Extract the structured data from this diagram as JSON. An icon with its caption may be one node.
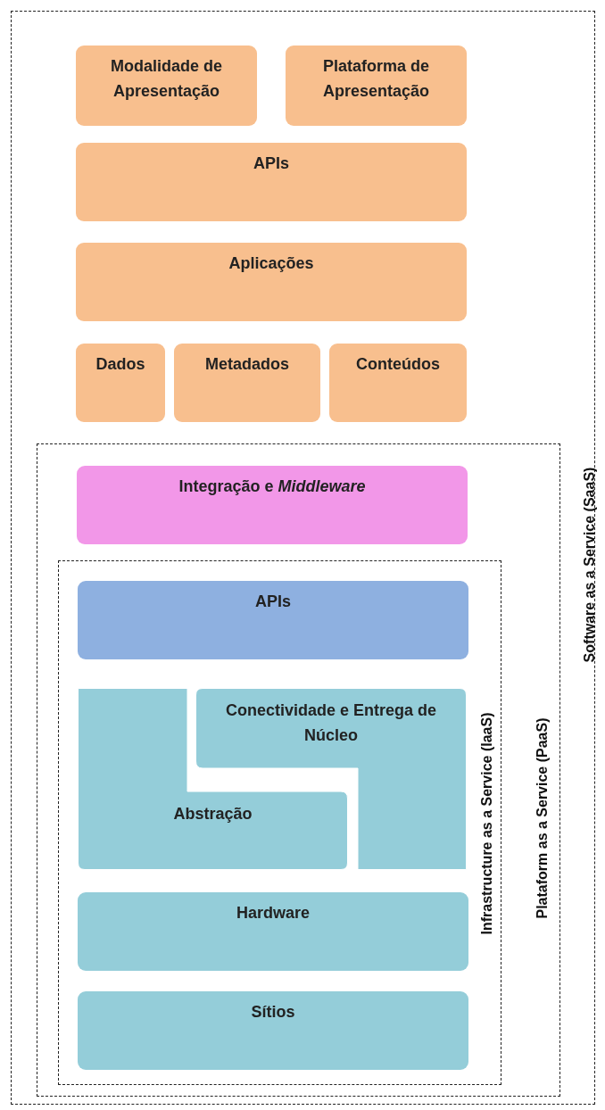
{
  "diagram": {
    "nodes": [
      {
        "text": [
          "Software as a Service (SaaS)"
        ]
      },
      {
        "text": [
          "Modalidade de Apresentação"
        ],
        "in": 0
      },
      {
        "text": [
          "Plataforma de Apresentação"
        ],
        "in": 0
      },
      {
        "text": [
          "APIs"
        ],
        "in": 0
      },
      {
        "text": [
          "Aplicações"
        ],
        "in": 0
      },
      {
        "text": [
          "Dados"
        ],
        "in": 0
      },
      {
        "text": [
          "Metadados"
        ],
        "in": 0
      },
      {
        "text": [
          "Conteúdos"
        ],
        "in": 0
      },
      {
        "text": [
          "Plataform as a Service (PaaS)"
        ],
        "in": 0
      },
      {
        "text": [
          "Integração e *Middleware*"
        ],
        "in": 8
      },
      {
        "text": [
          "Infrastructure as a Service (IaaS)"
        ],
        "in": 8
      },
      {
        "text": [
          "APIs"
        ],
        "in": 10
      },
      {
        "text": [
          "Abstração"
        ],
        "in": 10
      },
      {
        "text": [
          "Conectividade e Entrega de Núcleo"
        ],
        "in": 10
      },
      {
        "text": [
          "Hardware"
        ],
        "in": 10
      },
      {
        "text": [
          "Sítios"
        ],
        "in": 10
      }
    ],
    "edges": []
  }
}
